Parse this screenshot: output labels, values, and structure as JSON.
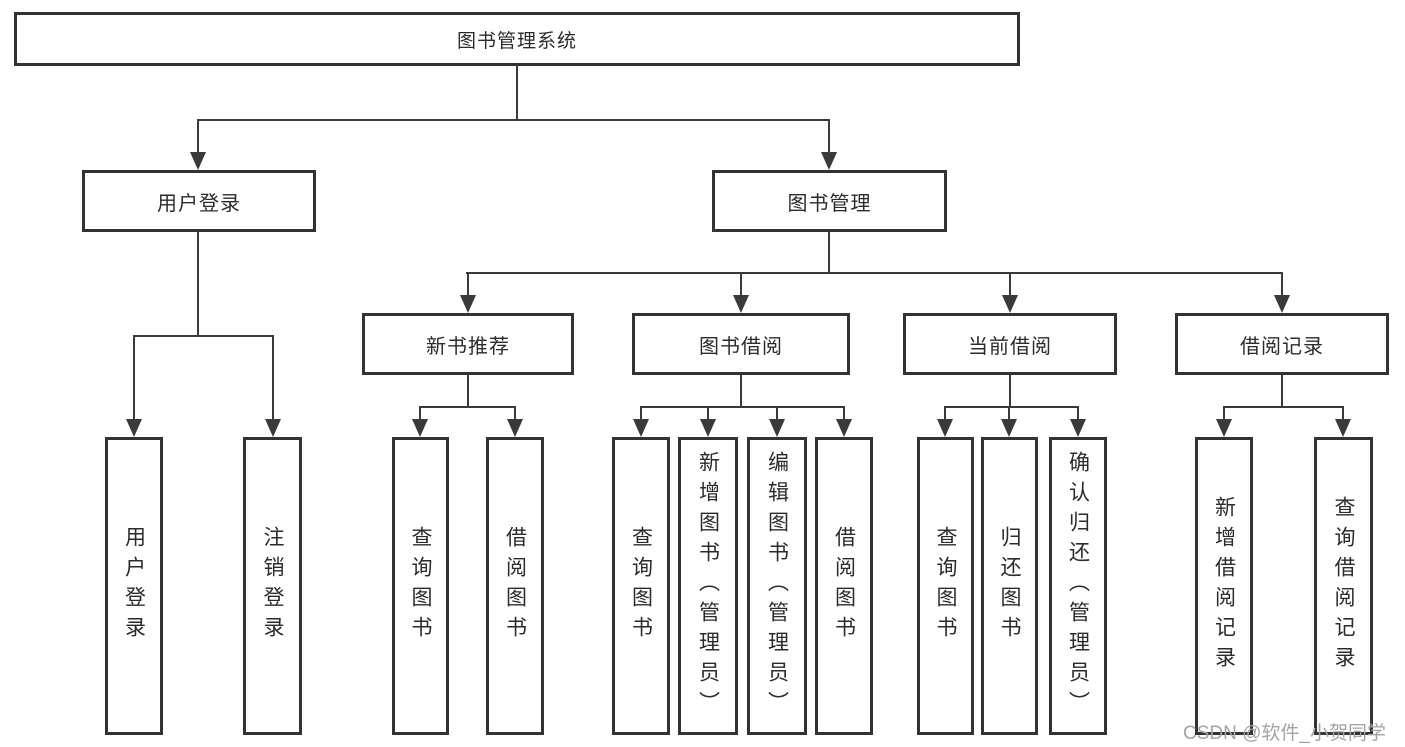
{
  "diagram": {
    "title": "图书管理系统",
    "root": {
      "label": "图书管理系统"
    },
    "level2": [
      {
        "id": "user-login",
        "label": "用户登录"
      },
      {
        "id": "book-management",
        "label": "图书管理"
      }
    ],
    "level3": [
      {
        "id": "new-book-recommend",
        "label": "新书推荐"
      },
      {
        "id": "book-borrow",
        "label": "图书借阅"
      },
      {
        "id": "current-borrow",
        "label": "当前借阅"
      },
      {
        "id": "borrow-records",
        "label": "借阅记录"
      }
    ],
    "leaves": {
      "user_login": [
        "用户登录",
        "注销登录"
      ],
      "new_book_recommend": [
        "查询图书",
        "借阅图书"
      ],
      "book_borrow": [
        "查询图书",
        "新增图书（管理员）",
        "编辑图书（管理员）",
        "借阅图书"
      ],
      "current_borrow": [
        "查询图书",
        "归还图书",
        "确认归还（管理员）"
      ],
      "borrow_records": [
        "新增借阅记录",
        "查询借阅记录"
      ]
    }
  },
  "watermark": {
    "text": "CSDN @软件_小贺同学"
  },
  "colors": {
    "background": "#ffffff",
    "box_border": "#333333",
    "connector_line": "#3a3a3a",
    "text": "#2b2b2b",
    "watermark": "#a3a3a3"
  }
}
